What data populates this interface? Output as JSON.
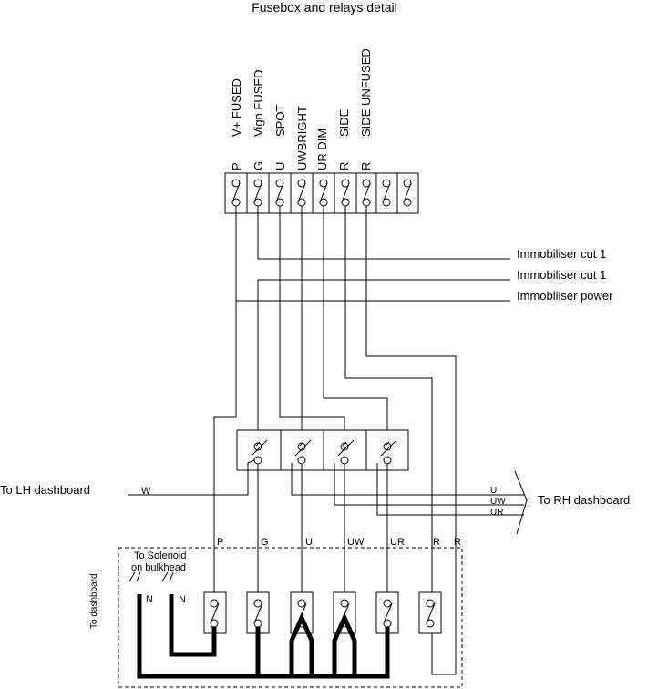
{
  "title": "Fusebox and relays detail",
  "top_fuses": [
    {
      "code": "P",
      "name": "V+ FUSED"
    },
    {
      "code": "G",
      "name": "Vign FUSED"
    },
    {
      "code": "U",
      "name": "SPOT"
    },
    {
      "code": "",
      "name": "UWBRIGHT"
    },
    {
      "code": "",
      "name": "UR DIM"
    },
    {
      "code": "R",
      "name": "SIDE"
    },
    {
      "code": "R",
      "name": "SIDE UNFUSED"
    }
  ],
  "immobiliser": {
    "cut1_a": "Immobiliser cut 1",
    "cut1_b": "Immobiliser cut 1",
    "power": "Immobiliser power"
  },
  "lh_dashboard": {
    "label": "To LH dashboard",
    "wire": "W"
  },
  "rh_dashboard": {
    "label": "To RH dashboard",
    "wires": [
      "U",
      "UW",
      "UR"
    ]
  },
  "bottom_fuse_labels": [
    "P",
    "G",
    "U",
    "UW",
    "UR",
    "R",
    "R"
  ],
  "solenoid": {
    "line1": "To Solenoid",
    "line2": "on bulkhead",
    "n1": "N",
    "n2": "N"
  },
  "to_dashboard": "To dashboard"
}
